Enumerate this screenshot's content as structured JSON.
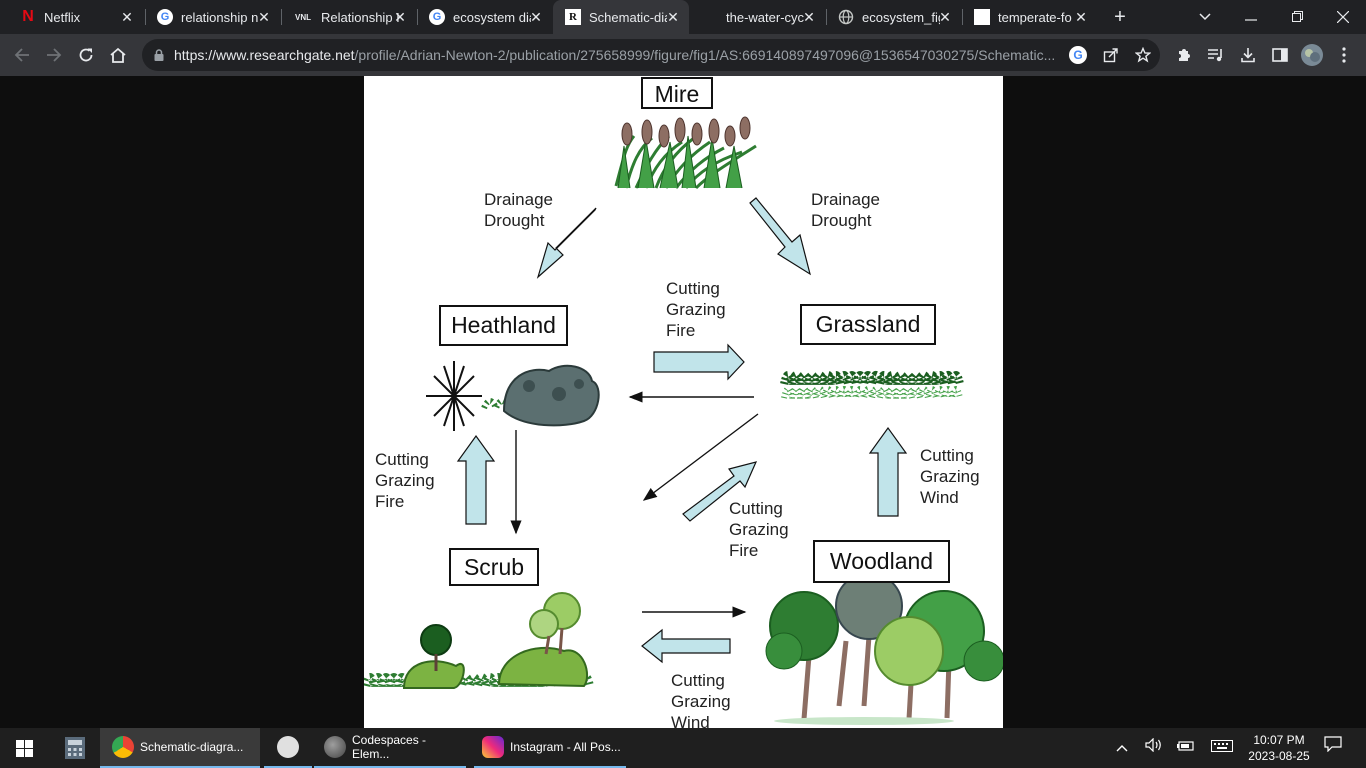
{
  "browser": {
    "tabs": [
      {
        "title": "Netflix",
        "favicon": "netflix-icon"
      },
      {
        "title": "relationship n",
        "favicon": "google-icon"
      },
      {
        "title": "Relationship I",
        "favicon": "vnl-icon"
      },
      {
        "title": "ecosystem dia",
        "favicon": "google-icon"
      },
      {
        "title": "Schematic-dia",
        "favicon": "researchgate-icon"
      },
      {
        "title": "the-water-cyc",
        "favicon": "blank-icon"
      },
      {
        "title": "ecosystem_fig",
        "favicon": "globe-icon"
      },
      {
        "title": "temperate-fo",
        "favicon": "page-icon"
      }
    ],
    "favicon_letters": {
      "netflix": "N",
      "google": "G",
      "vnl": "VNL",
      "researchgate": "R"
    },
    "url_domain": "https://www.researchgate.net",
    "url_path": "/profile/Adrian-Newton-2/publication/275658999/figure/fig1/AS:669140897497096@1536547030275/Schematic...",
    "accent_color": "#8ab4f8"
  },
  "figure": {
    "boxes": {
      "mire": "Mire",
      "heathland": "Heathland",
      "grassland": "Grassland",
      "scrub": "Scrub",
      "woodland": "Woodland"
    },
    "labels": {
      "mire_to_heath": "Drainage\nDrought",
      "mire_to_grass": "Drainage\nDrought",
      "heath_to_grass": "Cutting\nGrazing\nFire",
      "scrub_to_heath": "Cutting\nGrazing\nFire",
      "scrub_to_grass": "Cutting\nGrazing\nFire",
      "wood_to_grass": "Cutting\nGrazing\nWind",
      "wood_to_scrub": "Cutting\nGrazing\nWind"
    },
    "arrow_fill": "#c1e4ea"
  },
  "taskbar": {
    "apps": [
      {
        "label": "Schematic-diagra...",
        "icon": "chrome-icon"
      },
      {
        "label": "",
        "icon": "app-icon"
      },
      {
        "label": "Codespaces - Elem...",
        "icon": "chrome-icon"
      },
      {
        "label": "Instagram - All Pos...",
        "icon": "instagram-icon"
      }
    ],
    "time": "10:07 PM",
    "date": "2023-08-25"
  }
}
